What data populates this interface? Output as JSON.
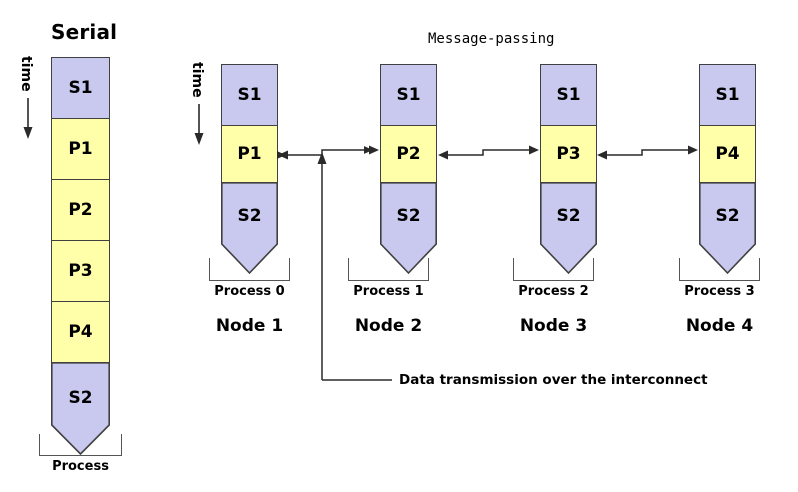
{
  "diagram": {
    "serial": {
      "title": "Serial",
      "time_axis_label": "time",
      "blocks": [
        {
          "label": "S1",
          "kind": "serial"
        },
        {
          "label": "P1",
          "kind": "parallel"
        },
        {
          "label": "P2",
          "kind": "parallel"
        },
        {
          "label": "P3",
          "kind": "parallel"
        },
        {
          "label": "P4",
          "kind": "parallel"
        },
        {
          "label": "S2",
          "kind": "serial-tail"
        }
      ],
      "bracket_caption": "Process"
    },
    "message_passing": {
      "title": "Message-passing",
      "time_axis_label": "time",
      "columns": [
        {
          "blocks": [
            {
              "label": "S1",
              "kind": "serial"
            },
            {
              "label": "P1",
              "kind": "parallel"
            },
            {
              "label": "S2",
              "kind": "serial-tail"
            }
          ],
          "process_label": "Process 0",
          "node_label": "Node 1"
        },
        {
          "blocks": [
            {
              "label": "S1",
              "kind": "serial"
            },
            {
              "label": "P2",
              "kind": "parallel"
            },
            {
              "label": "S2",
              "kind": "serial-tail"
            }
          ],
          "process_label": "Process 1",
          "node_label": "Node 2"
        },
        {
          "blocks": [
            {
              "label": "S1",
              "kind": "serial"
            },
            {
              "label": "P3",
              "kind": "parallel"
            },
            {
              "label": "S2",
              "kind": "serial-tail"
            }
          ],
          "process_label": "Process 2",
          "node_label": "Node 3"
        },
        {
          "blocks": [
            {
              "label": "S1",
              "kind": "serial"
            },
            {
              "label": "P4",
              "kind": "parallel"
            },
            {
              "label": "S2",
              "kind": "serial-tail"
            }
          ],
          "process_label": "Process 3",
          "node_label": "Node 4"
        }
      ],
      "callout": "Data transmission over the interconnect"
    },
    "colors": {
      "serial_block": "#c9c9ef",
      "parallel_block": "#ffffaa",
      "block_border": "#404040",
      "line": "#2a2a2a",
      "background": "#ffffff",
      "text": "#000000"
    }
  }
}
